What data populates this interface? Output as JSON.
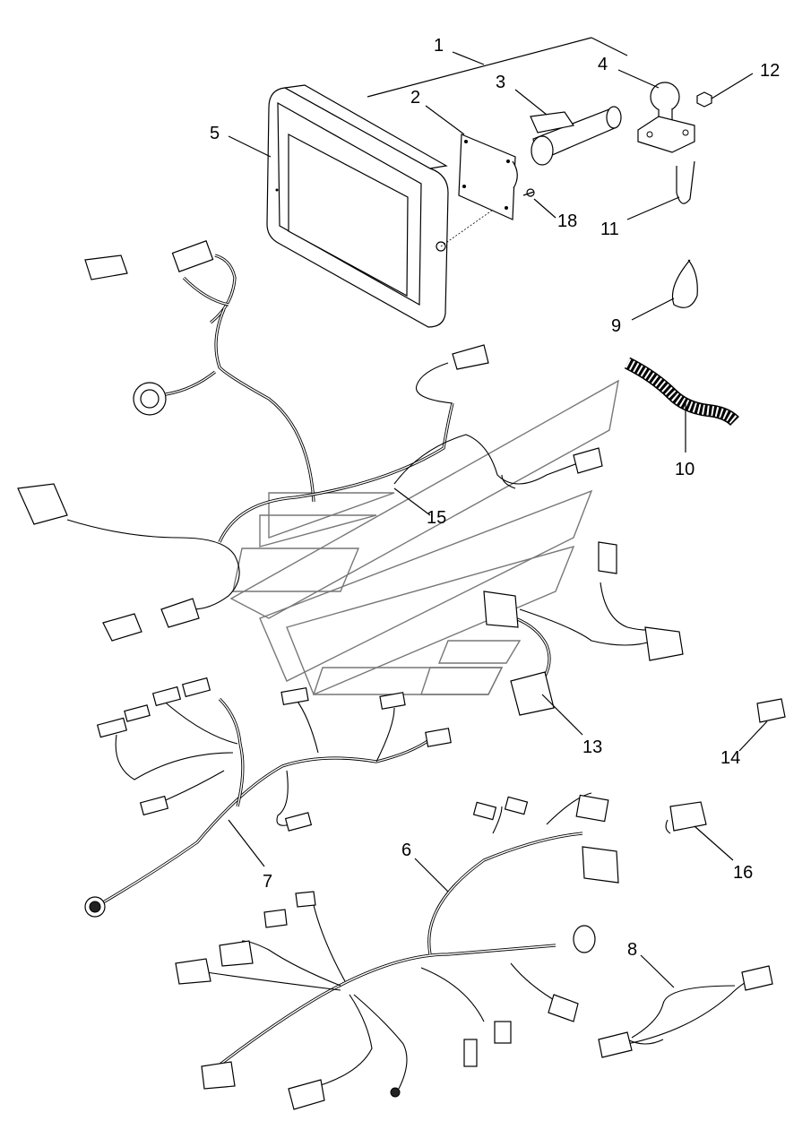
{
  "callouts": [
    {
      "id": "1",
      "label": "1"
    },
    {
      "id": "2",
      "label": "2"
    },
    {
      "id": "3",
      "label": "3"
    },
    {
      "id": "4",
      "label": "4"
    },
    {
      "id": "5",
      "label": "5"
    },
    {
      "id": "6",
      "label": "6"
    },
    {
      "id": "7",
      "label": "7"
    },
    {
      "id": "8",
      "label": "8"
    },
    {
      "id": "9",
      "label": "9"
    },
    {
      "id": "10",
      "label": "10"
    },
    {
      "id": "11",
      "label": "11"
    },
    {
      "id": "12",
      "label": "12"
    },
    {
      "id": "13",
      "label": "13"
    },
    {
      "id": "14",
      "label": "14"
    },
    {
      "id": "15",
      "label": "15"
    },
    {
      "id": "16",
      "label": "16"
    },
    {
      "id": "18",
      "label": "18"
    }
  ]
}
